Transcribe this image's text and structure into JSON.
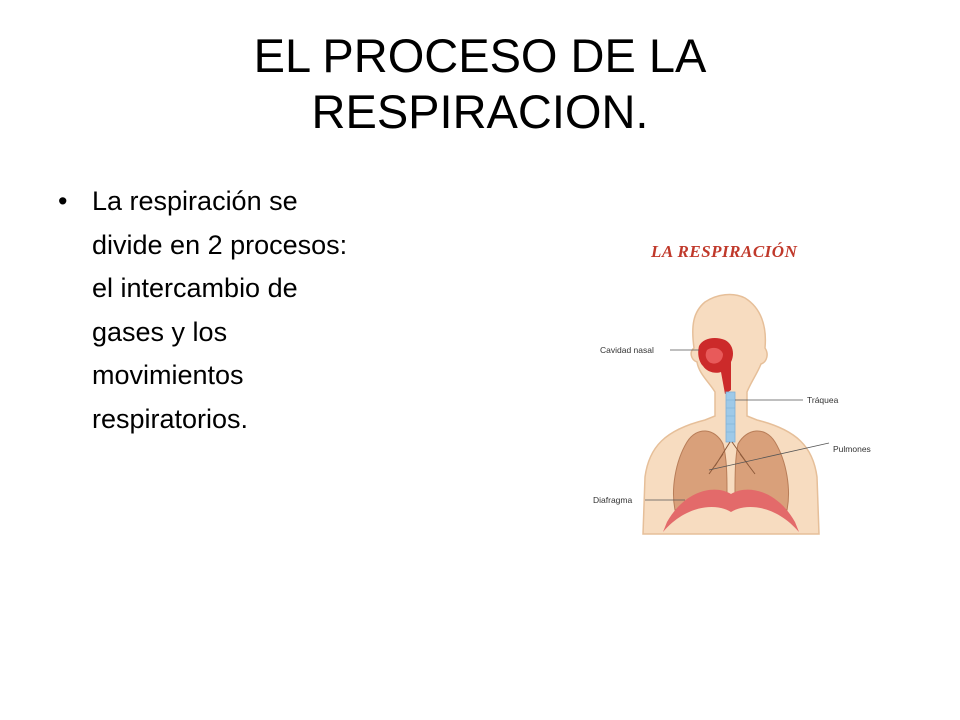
{
  "title_lines": [
    "EL PROCESO DE LA",
    "RESPIRACION."
  ],
  "bullet": {
    "marker": "•",
    "lines": [
      "La respiración  se",
      "divide  en 2 procesos:",
      "el intercambio  de",
      "gases y los",
      "movimientos",
      "respiratorios."
    ]
  },
  "figure": {
    "heading": "LA RESPIRACIÓN",
    "labels": {
      "nasal": "Cavidad nasal",
      "trachea": "Tráquea",
      "lungs": "Pulmones",
      "diaphragm": "Diafragma"
    }
  },
  "colors": {
    "heading": "#c0392b",
    "skin": "#f7dcc0",
    "skin_outline": "#e6bf99",
    "lung": "#d9a07a",
    "airway": "#cc2a2a",
    "trachea": "#9ec9e8"
  }
}
